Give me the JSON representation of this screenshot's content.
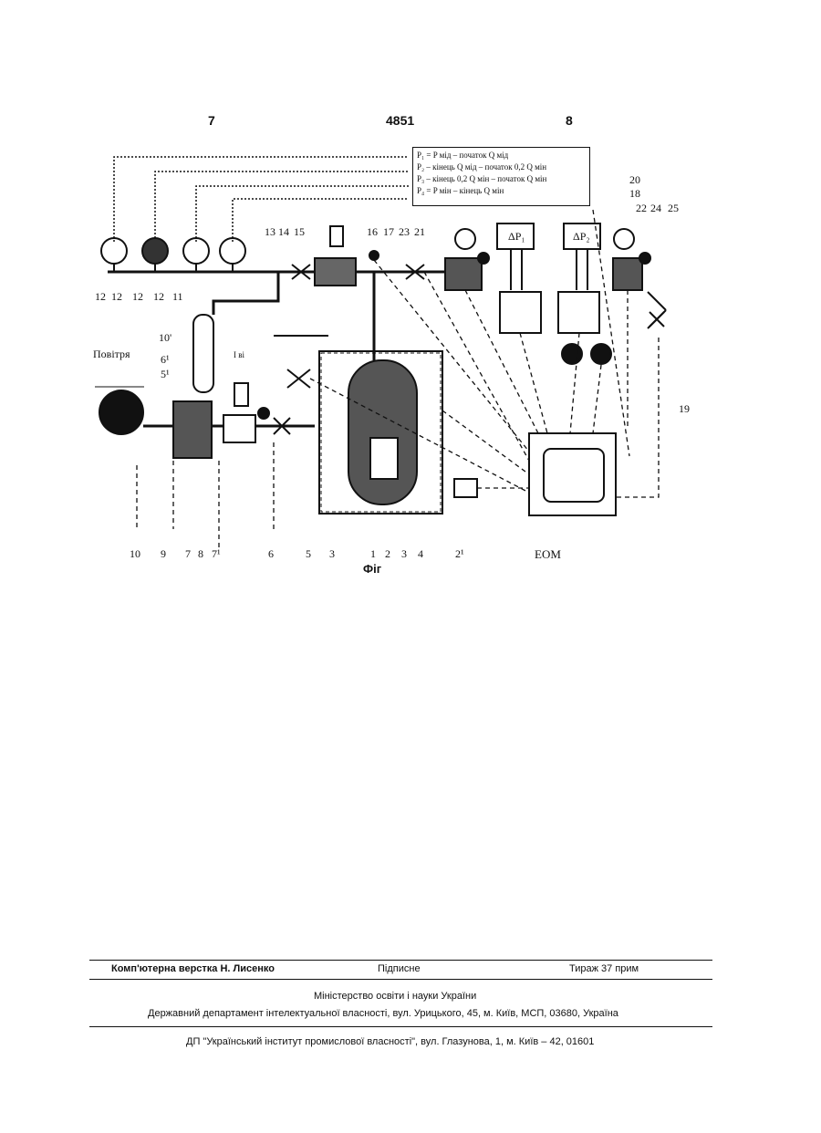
{
  "header": {
    "page_left": "7",
    "patent_no": "4851",
    "page_right": "8"
  },
  "legend": [
    "P₁ = P мід – початок Q мід",
    "P₂ – кінець Q мід – початок 0,2 Q мін",
    "P₃ – кінець 0,2 Q мін – початок Q мін",
    "P₄ = P мін – кінець Q мін"
  ],
  "figure": {
    "inlet_label": "Повітря",
    "top_labels": [
      "13",
      "14",
      "15",
      "16",
      "17",
      "23",
      "21",
      "20",
      "18",
      "22",
      "24",
      "25"
    ],
    "gauge_labels": [
      "12",
      "12",
      "12",
      "12",
      "11"
    ],
    "side_labels": [
      "10'",
      "I ві",
      "6¹",
      "5¹",
      "19"
    ],
    "dp1": "ΔP₁",
    "dp2": "ΔP₂",
    "bottom_labels": [
      "10",
      "9",
      "7",
      "8",
      "7¹",
      "6",
      "5",
      "3",
      "1",
      "2",
      "3",
      "4",
      "2¹"
    ],
    "computer_label": "ЕОМ",
    "caption": "Фіг"
  },
  "footer": {
    "typesetting": "Комп'ютерна верстка Н. Лисенко",
    "signed": "Підписне",
    "circulation": "Тираж 37 прим",
    "ministry": "Міністерство освіти і науки України",
    "department": "Державний департамент інтелектуальної власності, вул. Урицького, 45, м. Київ, МСП, 03680, Україна",
    "institute": "ДП \"Український інститут промислової власності\", вул. Глазунова, 1, м. Київ – 42, 01601"
  }
}
